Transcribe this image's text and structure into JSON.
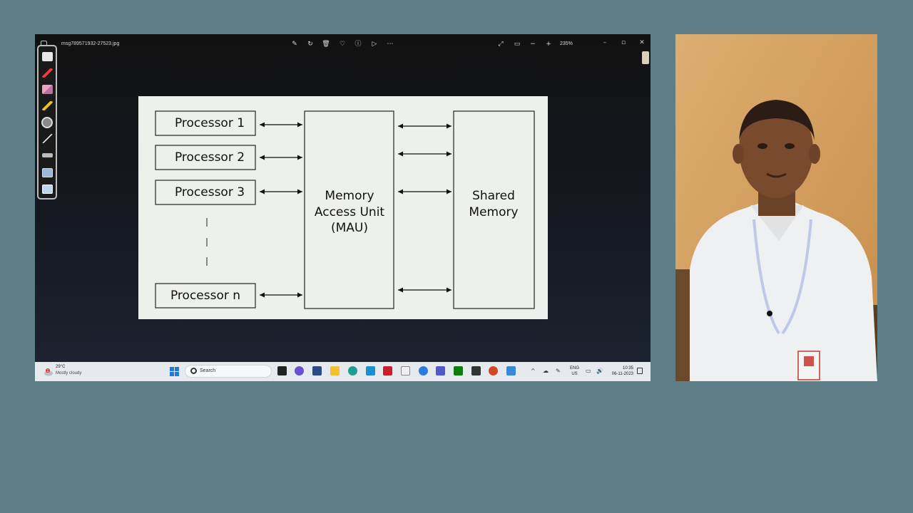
{
  "viewer": {
    "filename": "msg789571932-27523.jpg",
    "zoom": "235%"
  },
  "toolbar_icons": [
    "edit-icon",
    "rotate-icon",
    "delete-icon",
    "favorite-icon",
    "info-icon",
    "slideshow-icon",
    "more-icon"
  ],
  "right_icons": [
    "fullscreen-icon",
    "fit-icon",
    "zoom-out-icon",
    "zoom-in-icon"
  ],
  "diagram": {
    "processors": [
      "Processor 1",
      "Processor 2",
      "Processor 3",
      "Processor n"
    ],
    "mau": [
      "Memory",
      "Access Unit",
      "(MAU)"
    ],
    "shared": [
      "Shared",
      "Memory"
    ]
  },
  "taskbar": {
    "weather_temp": "29°C",
    "weather_desc": "Mostly cloudy",
    "weather_badge": "1",
    "search_placeholder": "Search",
    "lang_line1": "ENG",
    "lang_line2": "US",
    "time": "10:35",
    "date": "06-11-2023"
  },
  "colors": {
    "page_bg": "#5e7f88",
    "slide_bg": "#eef0ec",
    "accent": "#1f7ad8"
  }
}
